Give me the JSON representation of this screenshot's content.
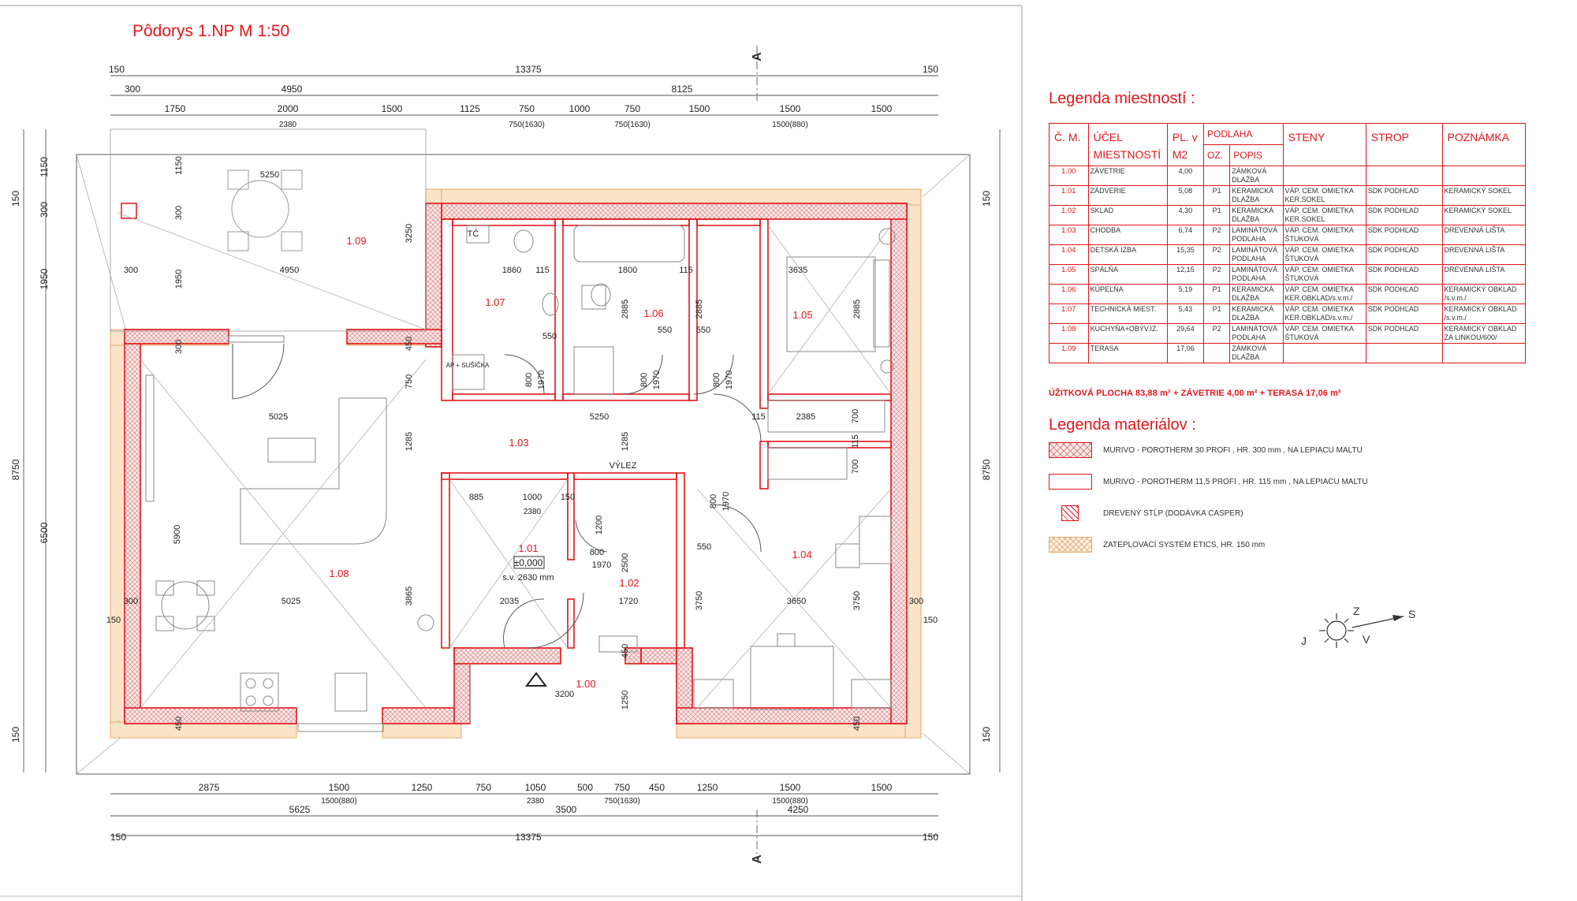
{
  "title": "Pôdorys 1.NP   M 1:50",
  "dims": {
    "top_overall": "13375",
    "top_150_left": "150",
    "top_150_right": "150",
    "top_300": "300",
    "top_4950": "4950",
    "top_8125": "8125",
    "top_row3": [
      "1750",
      "2000",
      "1500",
      "1125",
      "750",
      "1000",
      "750",
      "1500",
      "1500",
      "1500"
    ],
    "top_row3_sub": [
      "2380",
      "750(1630)",
      "750(1630)",
      "1500(880)"
    ],
    "bottom_row1": [
      "2875",
      "1500",
      "1250",
      "750",
      "1050",
      "500",
      "750",
      "450",
      "1250",
      "1500",
      "1500"
    ],
    "bottom_row1_sub": [
      "1500(880)",
      "2380",
      "750(1630)",
      "1500(880)"
    ],
    "bottom_5625": "5625",
    "bottom_3500": "3500",
    "bottom_4250": "4250",
    "bottom_overall": "13375",
    "bottom_150_left": "150",
    "bottom_150_right": "150",
    "left_1150": "1150",
    "left_150a": "150",
    "left_300a": "300",
    "left_1950": "1950",
    "left_8750": "8750",
    "left_6500": "6500",
    "left_150b": "150",
    "right_150a": "150",
    "right_8750": "8750",
    "right_150b": "150"
  },
  "plan_labels": {
    "terrace_w": "5250",
    "terrace_1150": "1150",
    "terrace_300": "300",
    "terrace_1950": "1950",
    "terrace_300b": "300",
    "terrace_4950": "4950",
    "v3250": "3250",
    "tc": "TČ",
    "ap": "AP\n+\nSUŠIČKA",
    "r107_w": "1860",
    "r106_w": "1800",
    "r105_w": "3635",
    "d115a": "115",
    "d115b": "115",
    "d550a": "550",
    "d550b": "550",
    "d550c": "550",
    "d2885a": "2885",
    "d2885b": "2885",
    "d2885c": "2885",
    "d800a": "800",
    "d1970a": "1970",
    "d800b": "800",
    "d1970b": "1970",
    "d800c": "800",
    "d1970c": "1970",
    "d300l": "300",
    "d450a": "450",
    "d750": "750",
    "r108_top": "5025",
    "r103_w": "5250",
    "d1285a": "1285",
    "d1285b": "1285",
    "d2385": "2385",
    "d700a": "700",
    "d700b": "700",
    "d115c": "115",
    "d115d": "115",
    "vylez": "VÝLEZ",
    "d885": "885",
    "d1000": "1000",
    "d150": "150",
    "d2380": "2380",
    "d1200": "1200",
    "d800d": "800",
    "d1970d": "1970",
    "d2500": "2500",
    "d800e": "800",
    "d1970e": "1970",
    "d550d": "550",
    "d5900": "5900",
    "r108_bot": "5025",
    "d2035": "2035",
    "d1720": "1720",
    "d3865": "3865",
    "d3750a": "3750",
    "d3650": "3650",
    "d3750b": "3750",
    "d300r": "300",
    "d300b": "300",
    "d150l": "150",
    "d150r": "150",
    "d450b": "450",
    "d450c": "450",
    "d1250": "1250",
    "d3200": "3200",
    "d450d": "450",
    "elev": "±0,000",
    "sv": "s.v. 2630 mm",
    "section_a": "A",
    "room_nums": {
      "r109": "1.09",
      "r107": "1.07",
      "r106": "1.06",
      "r105": "1.05",
      "r103": "1.03",
      "r101": "1.01",
      "r102": "1.02",
      "r108": "1.08",
      "r104": "1.04",
      "r100": "1.00"
    }
  },
  "legend_rooms": {
    "title": "Legenda miestností :",
    "headers": {
      "cm": "Č. M.",
      "ucel": "ÚČEL MIESTNOSTÍ",
      "pl": "PL. v M2",
      "podlaha": "PODLAHA",
      "oz": "OZ.",
      "popis": "POPIS",
      "steny": "STENY",
      "strop": "STROP",
      "poznamka": "POZNÁMKA"
    },
    "rows": [
      {
        "cm": "1.00",
        "ucel": "ZÁVETRIE",
        "pl": "4,00",
        "oz": "",
        "popis": "ZÁMKOVÁ DLAŽBA",
        "steny": "",
        "strop": "",
        "poz": ""
      },
      {
        "cm": "1.01",
        "ucel": "ZÁDVERIE",
        "pl": "5,08",
        "oz": "P1",
        "popis": "KERAMICKÁ DLAŽBA",
        "steny": "VÁP. CEM. OMIETKA KER.SOKEL",
        "strop": "SDK PODHĽAD",
        "poz": "KERAMICKÝ SOKEL"
      },
      {
        "cm": "1.02",
        "ucel": "SKLAD",
        "pl": "4,30",
        "oz": "P1",
        "popis": "KERAMICKÁ DLAŽBA",
        "steny": "VÁP. CEM. OMIETKA KER.SOKEL",
        "strop": "SDK PODHĽAD",
        "poz": "KERAMICKÝ SOKEL"
      },
      {
        "cm": "1.03",
        "ucel": "CHODBA",
        "pl": "6,74",
        "oz": "P2",
        "popis": "LAMINÁTOVÁ PODLAHA",
        "steny": "VÁP. CEM. OMIETKA ŠTUKOVÁ",
        "strop": "SDK PODHĽAD",
        "poz": "DREVENNÁ LIŠTA"
      },
      {
        "cm": "1.04",
        "ucel": "DETSKÁ IZBA",
        "pl": "15,35",
        "oz": "P2",
        "popis": "LAMINÁTOVÁ PODLAHA",
        "steny": "VÁP. CEM. OMIETKA ŠTUKOVÁ",
        "strop": "SDK PODHĽAD",
        "poz": "DREVENNÁ LIŠTA"
      },
      {
        "cm": "1.05",
        "ucel": "SPÁLŇA",
        "pl": "12,15",
        "oz": "P2",
        "popis": "LAMINÁTOVÁ PODLAHA",
        "steny": "VÁP. CEM. OMIETKA ŠTUKOVÁ",
        "strop": "SDK PODHĽAD",
        "poz": "DREVENNÁ LIŠTA"
      },
      {
        "cm": "1.06",
        "ucel": "KÚPEĽŇA",
        "pl": "5,19",
        "oz": "P1",
        "popis": "KERAMICKÁ DLAŽBA",
        "steny": "VÁP. CEM. OMIETKA KER.OBKLAD/s.v.m./",
        "strop": "SDK PODHĽAD",
        "poz": "KERAMICKÝ OBKLAD /s.v.m./"
      },
      {
        "cm": "1.07",
        "ucel": "TECHNICKÁ MIEST.",
        "pl": "5,43",
        "oz": "P1",
        "popis": "KERAMICKÁ DLAŽBA",
        "steny": "VÁP. CEM. OMIETKA KER.OBKLAD/s.v.m./",
        "strop": "SDK PODHĽAD",
        "poz": "KERAMICKÝ OBKLAD /s.v.m./"
      },
      {
        "cm": "1.08",
        "ucel": "KUCHYŇA+OBÝV.IZ.",
        "pl": "29,64",
        "oz": "P2",
        "popis": "LAMINÁTOVÁ PODLAHA",
        "steny": "VÁP. CEM. OMIETKA ŠTUKOVÁ",
        "strop": "SDK PODHĽAD",
        "poz": "KERAMICKÝ OBKLAD ZA LINKOU/600/"
      },
      {
        "cm": "1.09",
        "ucel": "TERASA",
        "pl": "17,06",
        "oz": "",
        "popis": "ZÁMKOVÁ DLAŽBA",
        "steny": "",
        "strop": "",
        "poz": ""
      }
    ]
  },
  "summary": "ÚŽITKOVÁ PLOCHA  83,88 m² + ZÁVETRIE 4,00 m² + TERASA 17,06 m²",
  "legend_materials": {
    "title": "Legenda materiálov :",
    "items": [
      {
        "label": "MURIVO - POROTHERM 30  PROFI , HR. 300 mm , NA LEPIACU  MALTU",
        "kind": "cross"
      },
      {
        "label": "MURIVO - POROTHERM 11,5 PROFI , HR. 115 mm , NA LEPIACU  MALTU",
        "kind": "plain"
      },
      {
        "label": "DREVENÝ STĹP (DODÁVKA CASPER)",
        "kind": "small"
      },
      {
        "label": "ZATEPLOVACÍ SYSTÉM ETICS, HR. 150 mm",
        "kind": "etics"
      }
    ]
  },
  "compass": {
    "s": "S",
    "j": "J",
    "z": "Z",
    "v": "V"
  },
  "colors": {
    "wall": "#e3151a",
    "line": "#555555",
    "etics": "#e3a96a"
  }
}
